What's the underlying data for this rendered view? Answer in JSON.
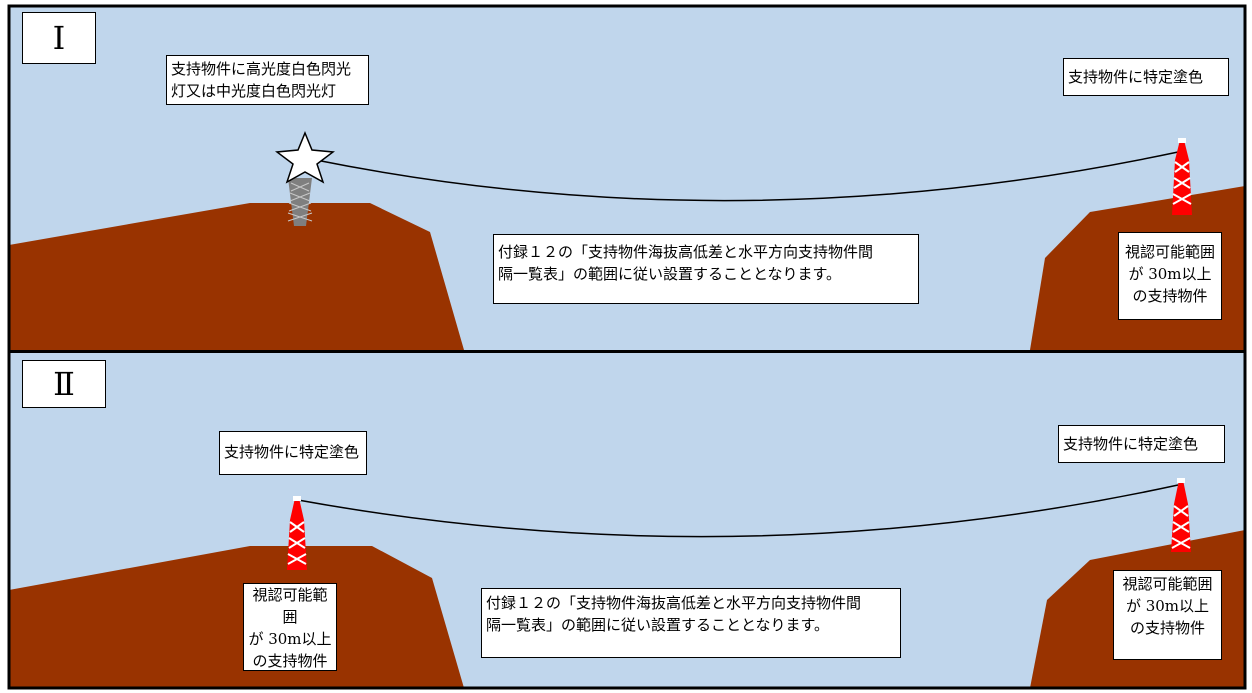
{
  "colors": {
    "sky": "#c0d6ec",
    "ground": "#993300",
    "frame": "#000000",
    "pole_red": "#ff0000",
    "pole_white": "#ffffff",
    "tower_gray": "#7f7f7f"
  },
  "panel1": {
    "numeral": "Ⅰ",
    "light_label": "支持物件に高光度白色閃光\n灯又は中光度白色閃光灯",
    "right_paint_label": "支持物件に特定塗色",
    "note": "付録１２の「支持物件海抜高低差と水平方向支持物件間\n隔一覧表」の範囲に従い設置することとなります。",
    "support_label": "視認可能範囲\nが 30m以上\nの支持物件"
  },
  "panel2": {
    "numeral": "Ⅱ",
    "left_paint_label": "支持物件に特定塗色",
    "right_paint_label": "支持物件に特定塗色",
    "left_support_label": "視認可能範囲\nが 30m以上\nの支持物件",
    "note": "付録１２の「支持物件海抜高低差と水平方向支持物件間\n隔一覧表」の範囲に従い設置することとなります。",
    "right_support_label": "視認可能範囲\nが 30m以上\nの支持物件"
  }
}
